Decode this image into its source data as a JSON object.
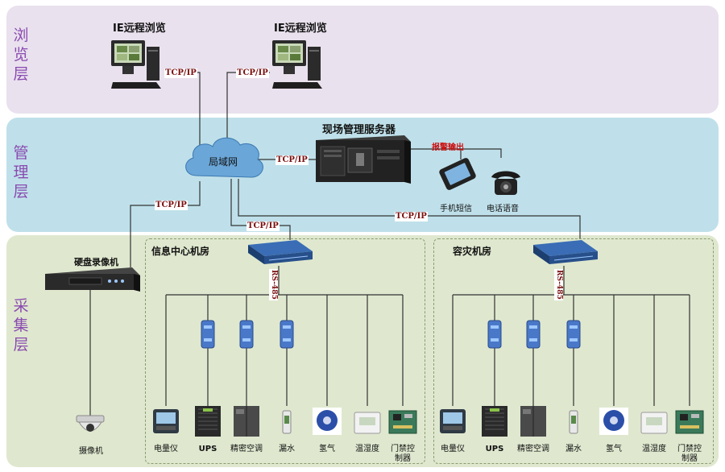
{
  "layers": {
    "browse": "浏览层",
    "manage": "管理层",
    "collect": "采集层"
  },
  "browse_label": "IE远程浏览",
  "tcp_label": "TCP/IP",
  "lan_label": "局域网",
  "server_label": "现场管理服务器",
  "alarm_label": "报警输出",
  "phone_sms_label": "手机短信",
  "phone_voice_label": "电话语音",
  "dvr_label": "硬盘录像机",
  "camera_label": "摄像机",
  "rooms": [
    {
      "name": "信息中心机房",
      "rs485": "RS-485",
      "devices": [
        "电量仪",
        "UPS",
        "精密空调",
        "漏水",
        "氢气",
        "温湿度",
        "门禁控制器"
      ]
    },
    {
      "name": "容灾机房",
      "rs485": "RS-485",
      "devices": [
        "电量仪",
        "UPS",
        "精密空调",
        "漏水",
        "氢气",
        "温湿度",
        "门禁控制器"
      ]
    }
  ],
  "colors": {
    "browse_bg": "#e9e1ee",
    "manage_bg": "#bfe0ea",
    "collect_bg": "#dfe8cf",
    "accent_text": "#8a4ab0",
    "tcp_text": "#7a1010",
    "alarm_text": "#cc1010"
  }
}
